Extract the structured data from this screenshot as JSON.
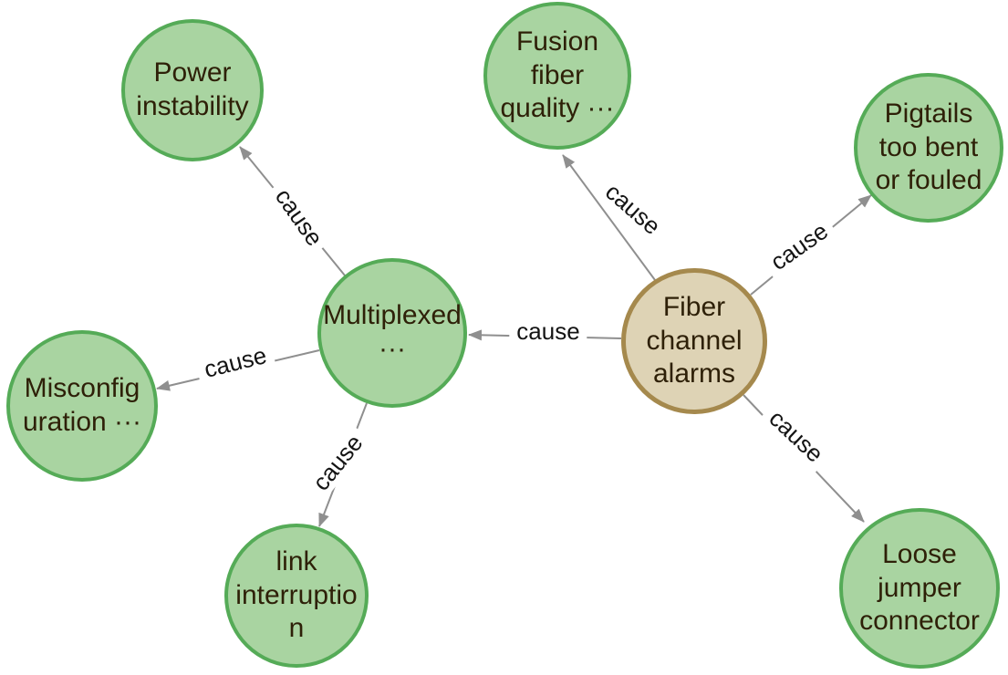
{
  "graph": {
    "colors": {
      "background": "#ffffff",
      "cause_node_fill": "#a9d4a1",
      "cause_node_border": "#55ab57",
      "alarm_node_fill": "#ded3b5",
      "alarm_node_border": "#a5894d",
      "node_text": "#2e2008",
      "edge_line": "#8f8f8f",
      "edge_label_text": "#141414"
    },
    "nodes": [
      {
        "id": "power-instability",
        "type": "cause",
        "label": "Power\ninstability"
      },
      {
        "id": "fusion-fiber-quality",
        "type": "cause",
        "label": "Fusion\nfiber\nquality ···"
      },
      {
        "id": "pigtails-too-bent-or-fouled",
        "type": "cause",
        "label": "Pigtails\ntoo bent\nor fouled"
      },
      {
        "id": "multiplexed",
        "type": "cause",
        "label": "Multiplexed\n···"
      },
      {
        "id": "fiber-channel-alarms",
        "type": "alarm",
        "label": "Fiber\nchannel\nalarms"
      },
      {
        "id": "misconfiguration",
        "type": "cause",
        "label": "Misconfig\nuration ···"
      },
      {
        "id": "link-interruption",
        "type": "cause",
        "label": "link\ninterruptio\nn"
      },
      {
        "id": "loose-jumper-connector",
        "type": "cause",
        "label": "Loose\njumper\nconnector"
      }
    ],
    "edges": [
      {
        "from": "fiber-channel-alarms",
        "to": "multiplexed",
        "label": "cause"
      },
      {
        "from": "fiber-channel-alarms",
        "to": "fusion-fiber-quality",
        "label": "cause"
      },
      {
        "from": "fiber-channel-alarms",
        "to": "pigtails-too-bent-or-fouled",
        "label": "cause"
      },
      {
        "from": "fiber-channel-alarms",
        "to": "loose-jumper-connector",
        "label": "cause"
      },
      {
        "from": "multiplexed",
        "to": "power-instability",
        "label": "cause"
      },
      {
        "from": "multiplexed",
        "to": "misconfiguration",
        "label": "cause"
      },
      {
        "from": "multiplexed",
        "to": "link-interruption",
        "label": "cause"
      }
    ]
  }
}
